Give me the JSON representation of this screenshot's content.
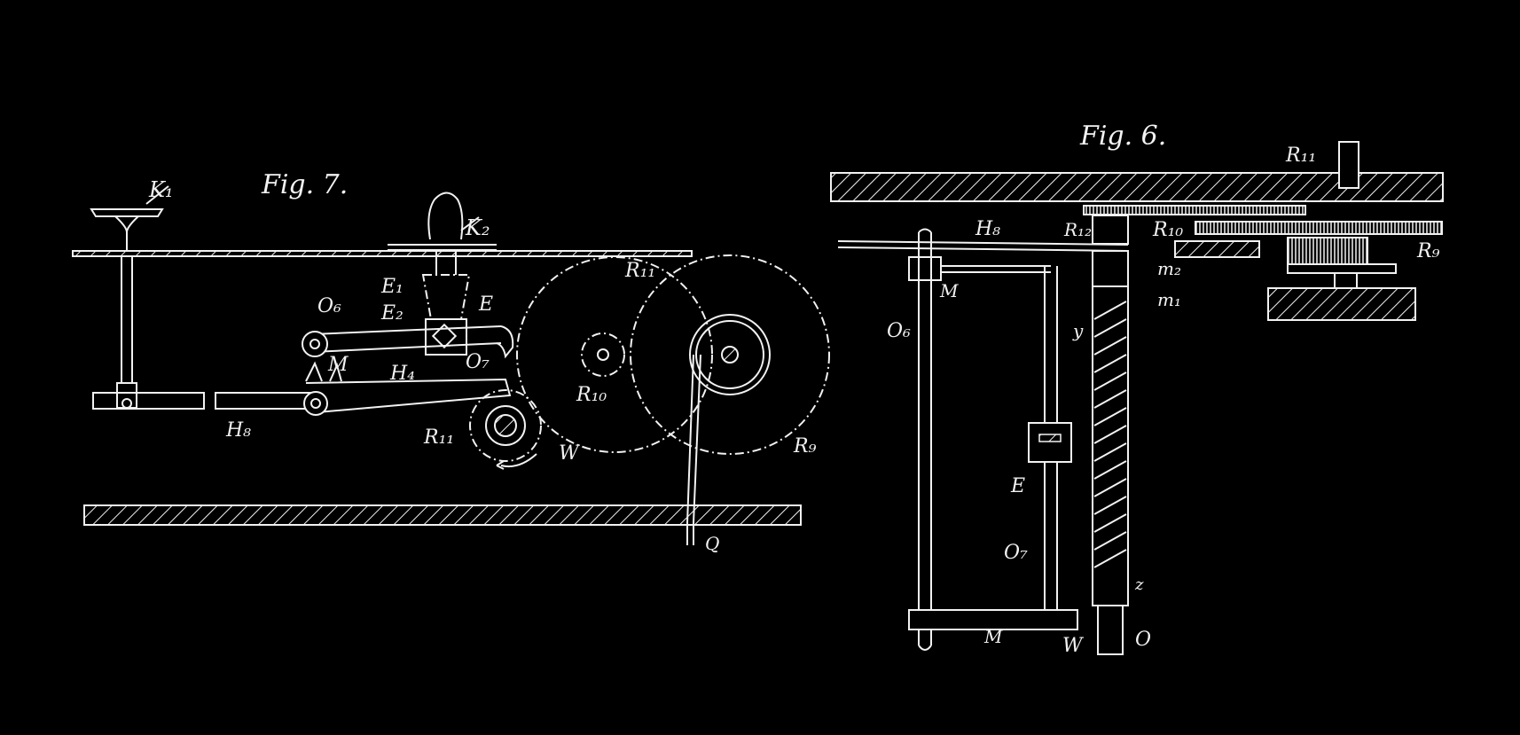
{
  "figures": {
    "fig7": {
      "title": "Fig. 7.",
      "labels": {
        "K1": "K₁",
        "K2": "K₂",
        "E1": "E₁",
        "E2": "E₂",
        "E": "E",
        "O6": "O₆",
        "O7": "O₇",
        "M": "M",
        "H4": "H₄",
        "H8": "H₈",
        "R11": "R₁₁",
        "R10": "R₁₀",
        "R9": "R₉",
        "R11b": "R₁₁",
        "W": "W",
        "Q": "Q"
      }
    },
    "fig6": {
      "title": "Fig. 6.",
      "labels": {
        "R11": "R₁₁",
        "H8": "H₈",
        "R12": "R₁₂",
        "R10": "R₁₀",
        "R9": "R₉",
        "m2": "m₂",
        "m1": "m₁",
        "M": "M",
        "O6": "O₆",
        "y": "y",
        "E": "E",
        "O7": "O₇",
        "Mb": "M",
        "W": "W",
        "O": "O",
        "z": "z"
      }
    }
  },
  "colors": {
    "background": "#000000",
    "ink": "#f2f2f2"
  }
}
